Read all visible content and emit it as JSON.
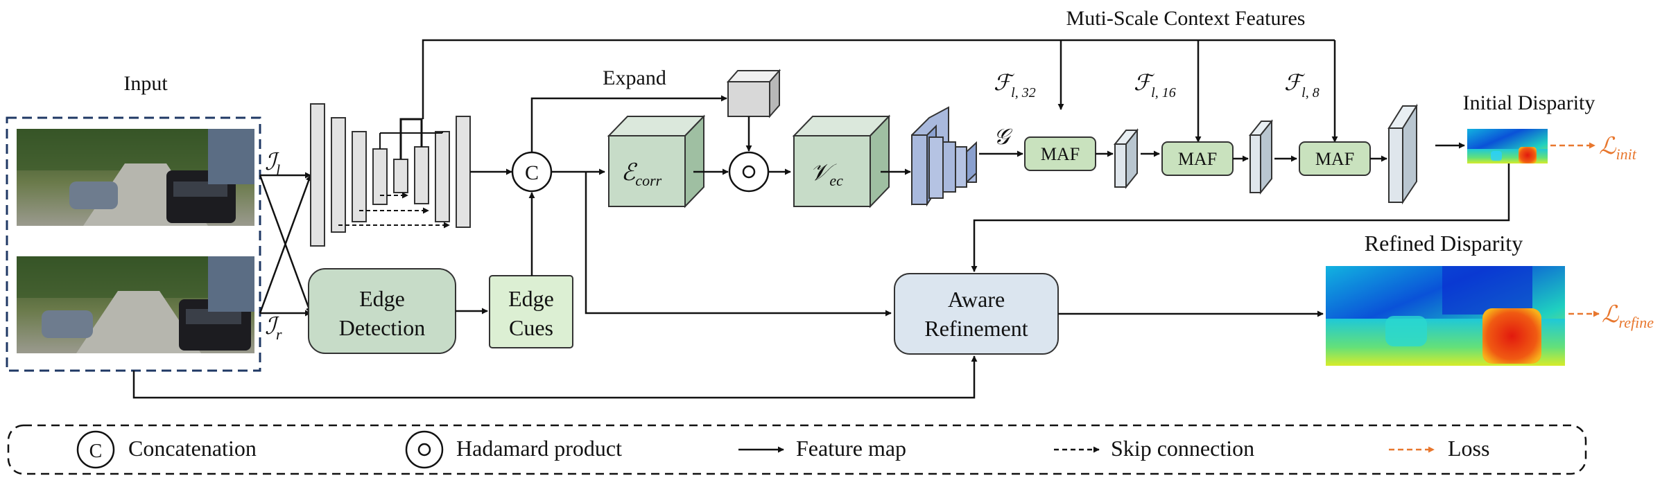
{
  "labels": {
    "input": "Input",
    "multi_scale": "Muti-Scale Context Features",
    "expand": "Expand",
    "initial_disparity": "Initial Disparity",
    "refined_disparity": "Refined Disparity"
  },
  "symbols": {
    "i_left": "ℐ",
    "i_left_sub": "l",
    "i_right": "ℐ",
    "i_right_sub": "r",
    "e_corr": "ℰ",
    "e_corr_sub": "corr",
    "v_ec": "𝒱",
    "v_ec_sub": "ec",
    "g": "𝒢",
    "f": "ℱ",
    "f32_sub": "l, 32",
    "f16_sub": "l, 16",
    "f8_sub": "l, 8",
    "l_init": "ℒ",
    "l_init_sub": "init",
    "l_refine": "ℒ",
    "l_refine_sub": "refine",
    "concat_symbol": "C"
  },
  "blocks": {
    "edge_detection": [
      "Edge",
      "Detection"
    ],
    "edge_cues": [
      "Edge",
      "Cues"
    ],
    "aware_refinement": [
      "Aware",
      "Refinement"
    ],
    "maf": "MAF"
  },
  "legend": {
    "concatenation": "Concatenation",
    "hadamard": "Hadamard product",
    "feature_map": "Feature map",
    "skip": "Skip connection",
    "loss": "Loss"
  },
  "colors": {
    "green_box": "#c7dcc8",
    "edge_cues": "#dcefd3",
    "aware": "#dbe5ef",
    "maf": "#c9e2be",
    "encoder_gray": "#e2e2e2",
    "blue_stack": "#a9b9dd",
    "dashed_border": "#1f3864",
    "loss_orange": "#e8772e"
  }
}
